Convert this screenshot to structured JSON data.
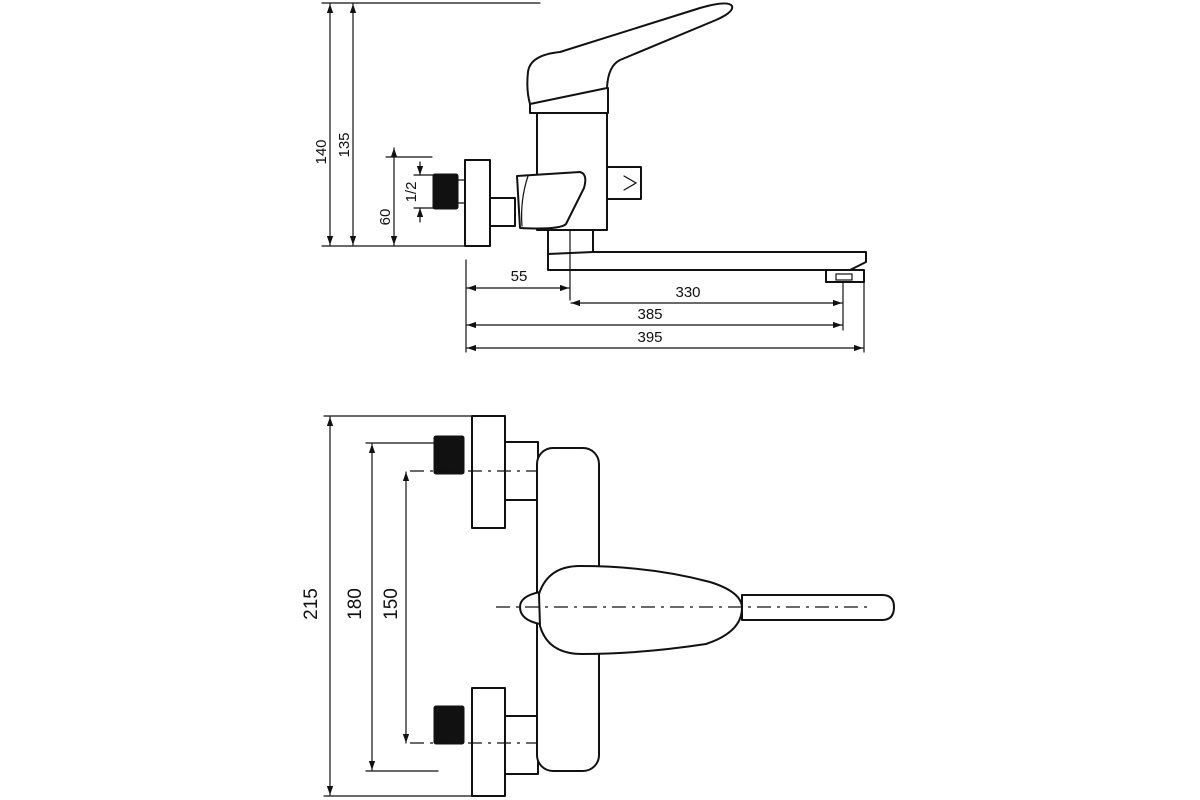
{
  "dimensions": {
    "side": {
      "d140": "140",
      "d135": "135",
      "d60": "60",
      "thread": "1/2",
      "d55": "55",
      "d330": "330",
      "d385": "385",
      "d395": "395"
    },
    "top": {
      "d215": "215",
      "d180": "180",
      "d150": "150"
    }
  }
}
